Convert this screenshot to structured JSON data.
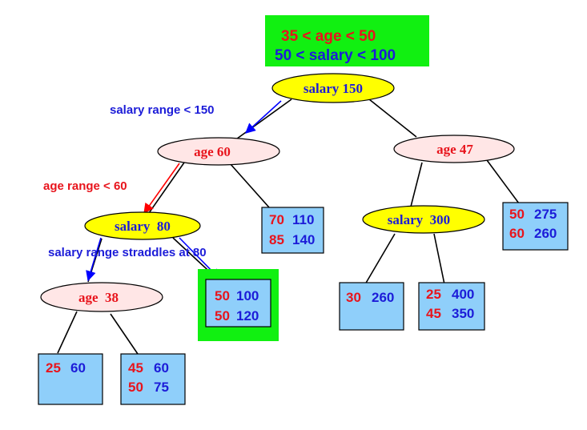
{
  "colors": {
    "red": "#e8141c",
    "blue": "#1c1cd8",
    "green": "#11f011",
    "box_blue": "#8fcffa",
    "ellipse_yellow": "#ffff00",
    "ellipse_pink": "#ffe6e6",
    "arrow_red": "#ff0000",
    "arrow_blue": "#0000ff"
  },
  "query": {
    "age_condition": "35 < age < 50",
    "salary_condition": "50 < salary < 100"
  },
  "nodes": {
    "root": "salary 150",
    "left": "age 60",
    "right": "age 47",
    "left_left": "salary  80",
    "right_left": "salary  300",
    "left_left_left": "age  38"
  },
  "leaves": {
    "leaf_70_110": {
      "row1": [
        "70",
        "110"
      ],
      "row2": [
        "85",
        "140"
      ]
    },
    "leaf_50_275": {
      "row1": [
        "50",
        "275"
      ],
      "row2": [
        "60",
        "260"
      ]
    },
    "leaf_30_260": {
      "row1": [
        "30",
        "260"
      ]
    },
    "leaf_25_400": {
      "row1": [
        "25",
        "400"
      ],
      "row2": [
        "45",
        "350"
      ]
    },
    "leaf_50_100": {
      "row1": [
        "50",
        "100"
      ],
      "row2": [
        "50",
        "120"
      ]
    },
    "leaf_25_60": {
      "row1": [
        "25",
        "60"
      ]
    },
    "leaf_45_60": {
      "row1": [
        "45",
        "60"
      ],
      "row2": [
        "50",
        "75"
      ]
    }
  },
  "annotations": {
    "salary_range": "salary range < 150",
    "age_range": "age range < 60",
    "straddles": "salary range straddles at 80"
  }
}
